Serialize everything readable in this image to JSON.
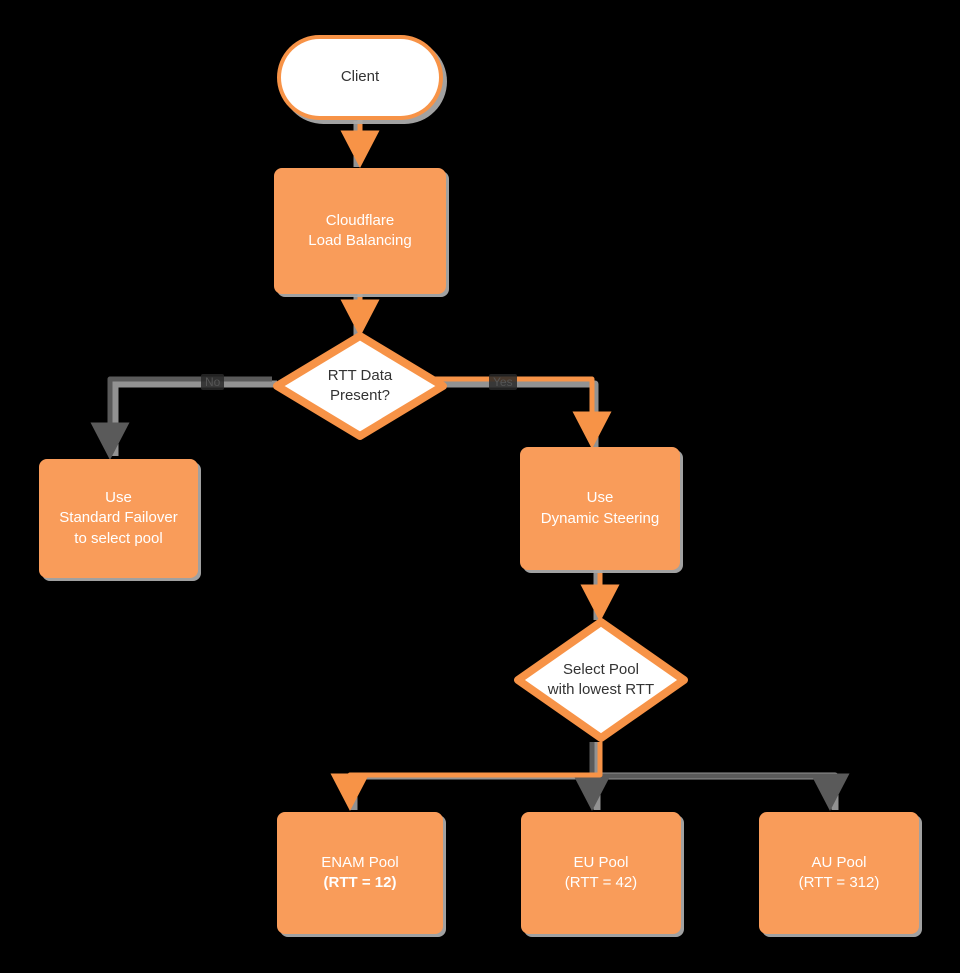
{
  "diagram": {
    "type": "flowchart",
    "title": "Cloudflare Load Balancing dynamic steering decision flow",
    "background_color": "#000000",
    "colors": {
      "accent": "#f79347",
      "node_fill": "#f99c5a",
      "node_text": "#ffffff",
      "decision_text": "#333333",
      "active_edge": "#f79347",
      "inactive_edge": "#5a5a5a",
      "shadow": "#aaaaaa"
    },
    "nodes": [
      {
        "id": "client",
        "shape": "stadium",
        "label": "Client"
      },
      {
        "id": "lb",
        "shape": "process",
        "label": "Cloudflare\nLoad Balancing"
      },
      {
        "id": "rtt",
        "shape": "decision",
        "label": "RTT Data\nPresent?"
      },
      {
        "id": "failover",
        "shape": "process",
        "label": "Use\nStandard Failover\nto select pool"
      },
      {
        "id": "dynamic",
        "shape": "process",
        "label": "Use\nDynamic Steering"
      },
      {
        "id": "select",
        "shape": "decision",
        "label": "Select Pool\nwith lowest RTT"
      },
      {
        "id": "enam",
        "shape": "process",
        "label_line1": "ENAM Pool",
        "label_line2": "(RTT = 12)",
        "highlighted": true
      },
      {
        "id": "eu",
        "shape": "process",
        "label_line1": "EU Pool",
        "label_line2": "(RTT = 42)",
        "highlighted": false
      },
      {
        "id": "au",
        "shape": "process",
        "label_line1": "AU Pool",
        "label_line2": "(RTT = 312)",
        "highlighted": false
      }
    ],
    "edges": [
      {
        "from": "client",
        "to": "lb",
        "label": "",
        "state": "active"
      },
      {
        "from": "lb",
        "to": "rtt",
        "label": "",
        "state": "active"
      },
      {
        "from": "rtt",
        "to": "failover",
        "label": "No",
        "state": "inactive"
      },
      {
        "from": "rtt",
        "to": "dynamic",
        "label": "Yes",
        "state": "active"
      },
      {
        "from": "dynamic",
        "to": "select",
        "label": "",
        "state": "active"
      },
      {
        "from": "select",
        "to": "enam",
        "label": "",
        "state": "active"
      },
      {
        "from": "select",
        "to": "eu",
        "label": "",
        "state": "inactive"
      },
      {
        "from": "select",
        "to": "au",
        "label": "",
        "state": "inactive"
      }
    ]
  }
}
